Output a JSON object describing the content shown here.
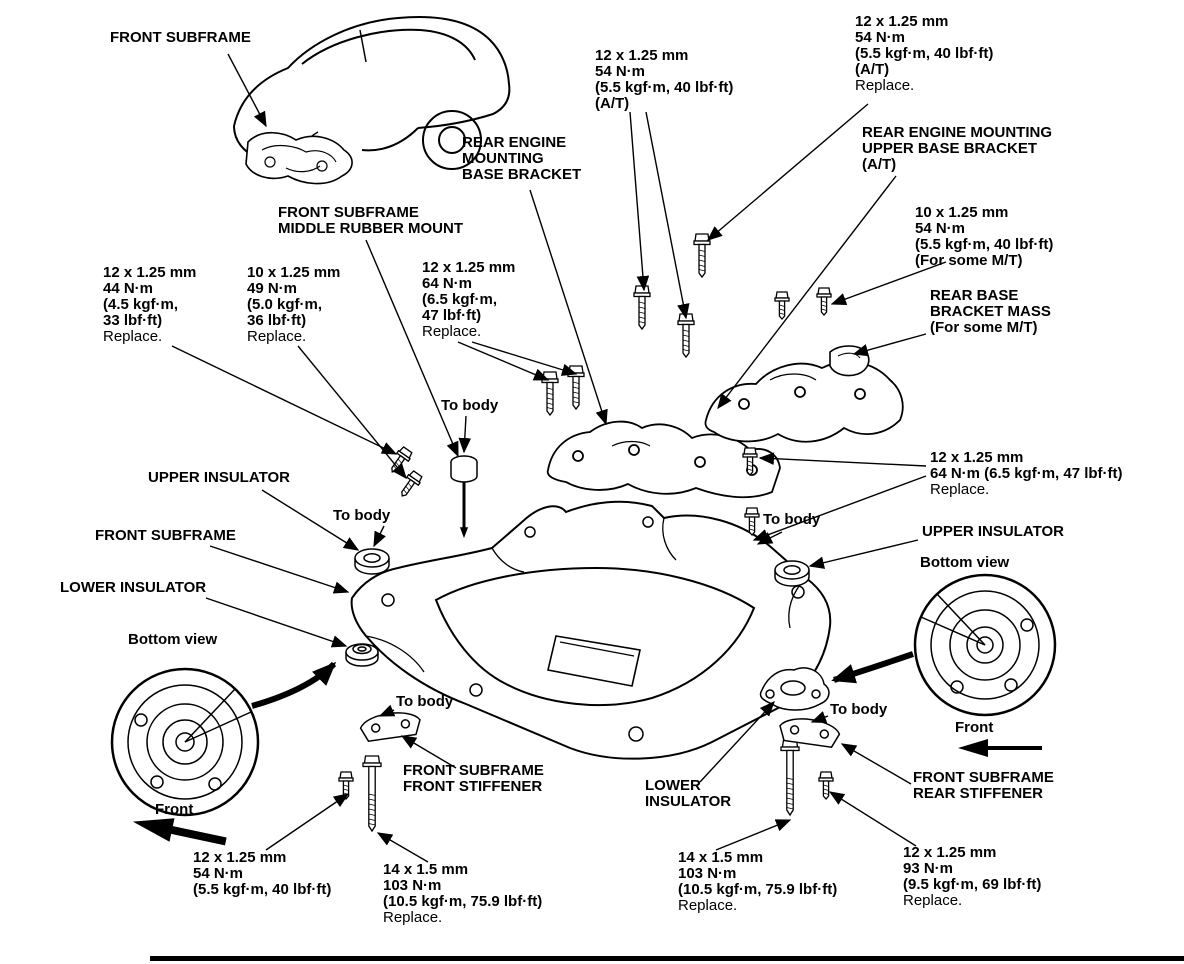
{
  "colors": {
    "background": "#ffffff",
    "line": "#000000"
  },
  "labels": {
    "front_subframe": {
      "text": "FRONT SUBFRAME"
    },
    "upper_insulator": {
      "text": "UPPER INSULATOR"
    },
    "lower_insulator": {
      "text": "LOWER INSULATOR"
    },
    "lower_insulator_stacked": {
      "lines": [
        "LOWER",
        "INSULATOR"
      ]
    },
    "to_body": {
      "text": "To body"
    },
    "bottom_view": {
      "text": "Bottom view"
    },
    "front_direction": {
      "text": "Front"
    },
    "rear_engine_mounting_base_bracket": {
      "lines": [
        "REAR ENGINE",
        "MOUNTING",
        "BASE BRACKET"
      ]
    },
    "rear_engine_mounting_upper_base_bracket": {
      "lines": [
        "REAR ENGINE MOUNTING",
        "UPPER BASE BRACKET",
        "(A/T)"
      ]
    },
    "rear_base_bracket_mass": {
      "lines": [
        "REAR BASE",
        "BRACKET MASS",
        "(For some M/T)"
      ]
    },
    "front_subframe_middle_rubber_mount": {
      "lines": [
        "FRONT SUBFRAME",
        "MIDDLE RUBBER MOUNT"
      ]
    },
    "front_subframe_front_stiffener": {
      "lines": [
        "FRONT SUBFRAME",
        "FRONT STIFFENER"
      ]
    },
    "front_subframe_rear_stiffener": {
      "lines": [
        "FRONT SUBFRAME",
        "REAR STIFFENER"
      ]
    },
    "torque_12x125_54_at": {
      "lines": [
        "12 x 1.25 mm",
        "54 N·m",
        "(5.5 kgf·m, 40 lbf·ft)",
        "(A/T)"
      ]
    },
    "torque_12x125_54_at_replace": {
      "lines": [
        "12 x 1.25 mm",
        "54 N·m",
        "(5.5 kgf·m, 40 lbf·ft)",
        "(A/T)",
        "Replace."
      ]
    },
    "torque_10x125_54_mt": {
      "lines": [
        "10 x 1.25 mm",
        "54 N·m",
        "(5.5 kgf·m, 40 lbf·ft)",
        "(For some M/T)"
      ]
    },
    "torque_12x125_44": {
      "lines": [
        "12 x 1.25 mm",
        "44 N·m",
        "(4.5 kgf·m,",
        "33 lbf·ft)",
        "Replace."
      ]
    },
    "torque_10x125_49": {
      "lines": [
        "10 x 1.25 mm",
        "49 N·m",
        "(5.0 kgf·m,",
        "36 lbf·ft)",
        "Replace."
      ]
    },
    "torque_12x125_64": {
      "lines": [
        "12 x 1.25 mm",
        "64 N·m",
        "(6.5 kgf·m,",
        "47 lbf·ft)",
        "Replace."
      ]
    },
    "torque_12x125_64_inline": {
      "lines": [
        "12 x 1.25 mm",
        "64 N·m (6.5 kgf·m, 47 lbf·ft)",
        "Replace."
      ]
    },
    "torque_12x125_54_plain": {
      "lines": [
        "12 x 1.25 mm",
        "54 N·m",
        "(5.5 kgf·m, 40 lbf·ft)"
      ]
    },
    "torque_14x15_103": {
      "lines": [
        "14 x 1.5 mm",
        "103 N·m",
        "(10.5 kgf·m, 75.9 lbf·ft)",
        "Replace."
      ]
    },
    "torque_12x125_93": {
      "lines": [
        "12 x 1.25 mm",
        "93 N·m",
        "(9.5 kgf·m, 69 lbf·ft)",
        "Replace."
      ]
    }
  }
}
